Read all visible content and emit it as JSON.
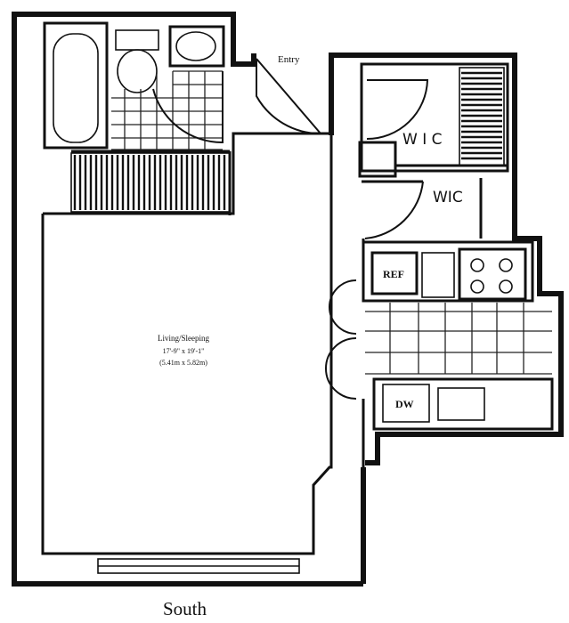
{
  "plan": {
    "entry_label": "Entry",
    "wic_label_upper": "W I C",
    "wic_label_lower": "WIC",
    "ref_label": "REF",
    "dw_label": "DW",
    "room_name": "Living/Sleeping",
    "room_dims_imperial": "17'-9\" x 19'-1\"",
    "room_dims_metric": "(5.41m x 5.82m)",
    "orientation": "South"
  }
}
